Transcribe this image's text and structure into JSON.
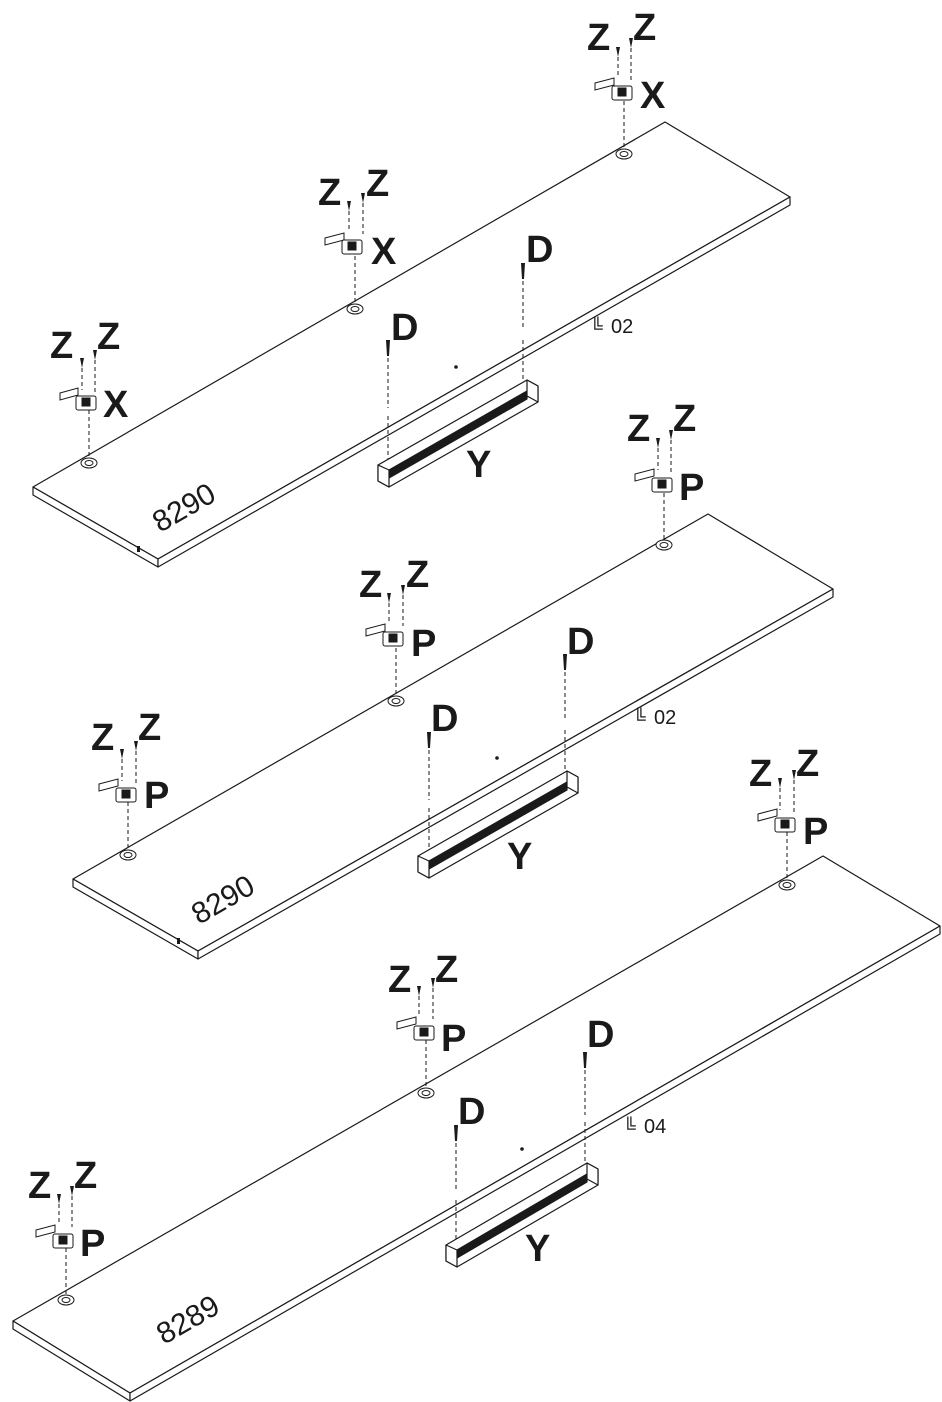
{
  "panels": [
    {
      "part_number": "8290",
      "edge_code": "02",
      "hinge_letter": "X",
      "screw_letter": "Z",
      "dowel_letter": "D",
      "handle_letter": "Y",
      "hinge_count": 3,
      "dowel_count": 2
    },
    {
      "part_number": "8290",
      "edge_code": "02",
      "hinge_letter": "P",
      "screw_letter": "Z",
      "dowel_letter": "D",
      "handle_letter": "Y",
      "hinge_count": 3,
      "dowel_count": 2
    },
    {
      "part_number": "8289",
      "edge_code": "04",
      "hinge_letter": "P",
      "screw_letter": "Z",
      "dowel_letter": "D",
      "handle_letter": "Y",
      "hinge_count": 3,
      "dowel_count": 2
    }
  ],
  "edge_symbol": "╚"
}
